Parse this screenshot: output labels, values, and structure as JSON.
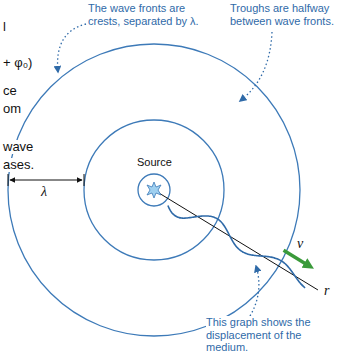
{
  "diagram": {
    "labels": [
      "The wave fronts are crests, separated by λ.",
      "Troughs are halfway between wave fronts.",
      "l",
      "+ φ₀)",
      "ce",
      "om",
      "Source",
      "λ",
      "wave",
      "ases.",
      "v",
      "r",
      "This graph shows the displacement of the medium."
    ]
  }
}
